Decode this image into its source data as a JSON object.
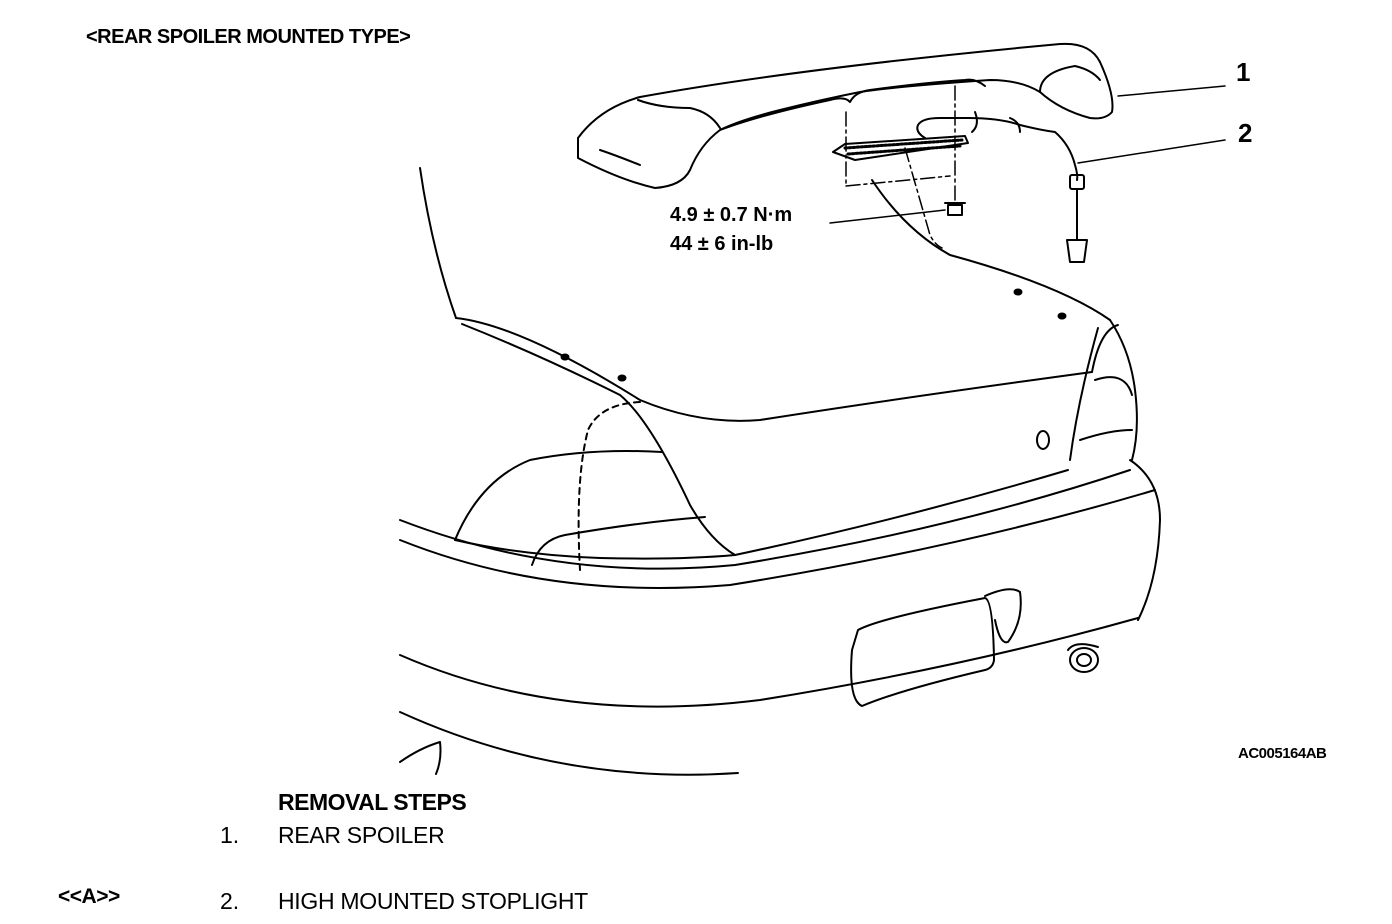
{
  "header": {
    "title": "<REAR SPOILER MOUNTED TYPE>"
  },
  "callouts": [
    {
      "label": "1"
    },
    {
      "label": "2"
    }
  ],
  "torque": {
    "metric": "4.9 ± 0.7 N·m",
    "imperial": "44 ± 6 in-lb"
  },
  "figure_id": "AC005164AB",
  "removal": {
    "heading": "REMOVAL STEPS",
    "steps": [
      {
        "number": "1.",
        "label": "REAR SPOILER",
        "note": ""
      },
      {
        "number": "2.",
        "label": "HIGH MOUNTED STOPLIGHT",
        "note": "<<A>>"
      }
    ]
  }
}
